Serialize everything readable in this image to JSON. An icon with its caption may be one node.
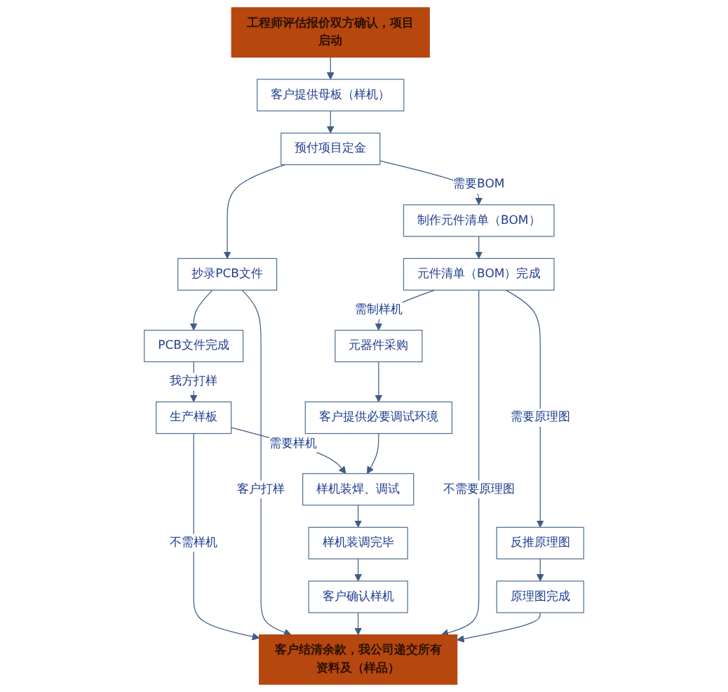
{
  "diagram": {
    "nodes": [
      {
        "text": [
          "工程师评估报价双方确认，项目启动"
        ]
      },
      {
        "text": [
          "客户提供母板（样机）"
        ]
      },
      {
        "text": [
          "预付项目定金"
        ]
      },
      {
        "text": [
          "抄录PCB文件"
        ]
      },
      {
        "text": [
          "PCB文件完成"
        ]
      },
      {
        "text": [
          "生产样板"
        ]
      },
      {
        "text": [
          "元器件采购"
        ]
      },
      {
        "text": [
          "客户提供必要调试环境"
        ]
      },
      {
        "text": [
          "样机装焊、调试"
        ]
      },
      {
        "text": [
          "样机装调完毕"
        ]
      },
      {
        "text": [
          "客户确认样机"
        ]
      },
      {
        "text": [
          "制作元件清单（BOM）"
        ]
      },
      {
        "text": [
          "元件清单（BOM）完成"
        ]
      },
      {
        "text": [
          "反推原理图"
        ]
      },
      {
        "text": [
          "原理图完成"
        ]
      },
      {
        "text": [
          "客户结清余款，我公司递交所有资料及（样品）"
        ]
      }
    ],
    "edges": [
      {
        "from": 0,
        "to": 1,
        "arrow": "to"
      },
      {
        "from": 1,
        "to": 2,
        "arrow": "to"
      },
      {
        "from": 2,
        "to": 3,
        "arrow": "to"
      },
      {
        "from": 2,
        "to": 11,
        "arrow": "to",
        "label": "需要BOM"
      },
      {
        "from": 3,
        "to": 4,
        "arrow": "to"
      },
      {
        "from": 4,
        "to": 5,
        "arrow": "to",
        "label": "我方打样"
      },
      {
        "from": 5,
        "to": 8,
        "arrow": "to",
        "label": "需要样机"
      },
      {
        "from": 5,
        "to": 15,
        "arrow": "to",
        "label": "不需样机"
      },
      {
        "from": 3,
        "to": 15,
        "arrow": "to",
        "label": "客户打样"
      },
      {
        "from": 12,
        "to": 6,
        "arrow": "to",
        "label": "需制样机"
      },
      {
        "from": 6,
        "to": 7,
        "arrow": "to"
      },
      {
        "from": 7,
        "to": 8,
        "arrow": "to"
      },
      {
        "from": 8,
        "to": 9,
        "arrow": "to"
      },
      {
        "from": 9,
        "to": 10,
        "arrow": "to"
      },
      {
        "from": 10,
        "to": 15,
        "arrow": "to"
      },
      {
        "from": 11,
        "to": 12,
        "arrow": "to"
      },
      {
        "from": 12,
        "to": 13,
        "arrow": "to",
        "label": "需要原理图"
      },
      {
        "from": 12,
        "to": 15,
        "arrow": "to",
        "label": "不需要原理图"
      },
      {
        "from": 13,
        "to": 14,
        "arrow": "to"
      },
      {
        "from": 14,
        "to": 15,
        "arrow": "to"
      }
    ]
  }
}
